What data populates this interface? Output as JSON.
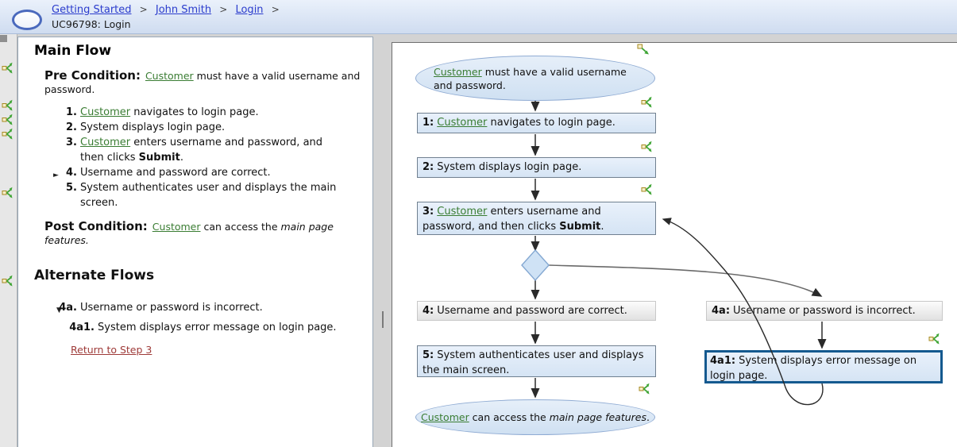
{
  "header": {
    "breadcrumb": [
      "Getting Started",
      "John Smith",
      "Login"
    ],
    "separator": ">",
    "title": "UC96798: Login"
  },
  "icons": {
    "branch": "fork-branch-icon",
    "jump": "jump-arrow-icon",
    "logo": "ellipse-logo"
  },
  "colors": {
    "actor_link_green": "#3a7d33",
    "breadcrumb_blue": "#2b3ccd",
    "return_link_red": "#9e3a38",
    "step_box_blue": "#d5e4f4",
    "selected_border_blue": "#14598f",
    "branch_icon_green": "#3fa535"
  },
  "doc": {
    "main_flow_title": "Main Flow",
    "pre_label": "Pre Condition:",
    "pre_actor": "Customer",
    "pre_text": " must have a valid username and password.",
    "steps": [
      {
        "num": "1.",
        "actor": "Customer",
        "text": " navigates to login page."
      },
      {
        "num": "2.",
        "text": "System displays login page."
      },
      {
        "num": "3.",
        "actor": "Customer",
        "text": " enters username and password, and then clicks ",
        "bold": "Submit",
        "tail": "."
      },
      {
        "marker": "►",
        "num": "4.",
        "text": "Username and password are correct."
      },
      {
        "num": "5.",
        "text": "System authenticates user and displays the main screen."
      }
    ],
    "post_label": "Post Condition:",
    "post_actor": "Customer",
    "post_text": " can access the ",
    "post_italic": "main page features.",
    "alt_title": "Alternate Flows",
    "alt_marker": "▼",
    "alt_num": "4a.",
    "alt_text": "Username or password is incorrect.",
    "sub_num": "4a1.",
    "sub_text": "System displays error message on login page.",
    "return_link": "Return to Step 3"
  },
  "diagram": {
    "start_ellipse": {
      "actor": "Customer",
      "text": " must have a valid username and password."
    },
    "nodes": [
      {
        "num": "1:",
        "actor": "Customer",
        "text": " navigates to login page."
      },
      {
        "num": "2:",
        "text": "System displays login page."
      },
      {
        "num": "3:",
        "actor": "Customer",
        "text": " enters username and password, and then clicks ",
        "bold": "Submit",
        "tail": "."
      },
      {
        "num": "4:",
        "text": "Username and password are correct."
      },
      {
        "num": "5:",
        "text": "System authenticates user and displays the main screen."
      },
      {
        "num": "4a:",
        "text": "Username or password is incorrect."
      },
      {
        "num": "4a1:",
        "text": "System displays error message on login page."
      }
    ],
    "end_ellipse": {
      "actor": "Customer",
      "text": " can access the ",
      "italic": "main page features",
      "tail": "."
    }
  }
}
